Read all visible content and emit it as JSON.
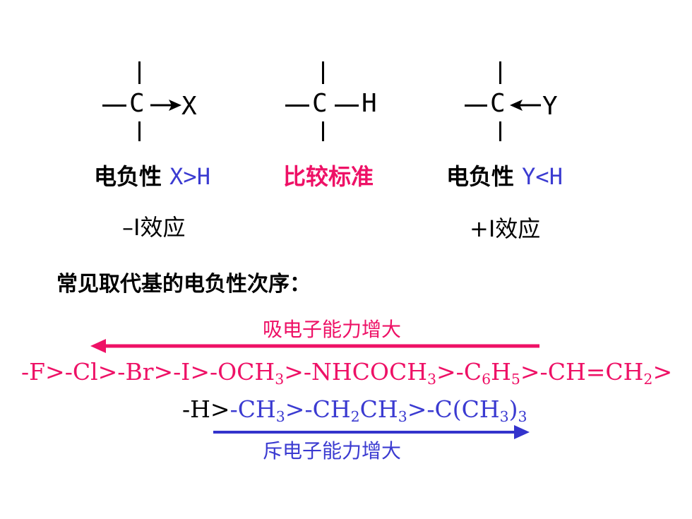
{
  "structures": {
    "left": {
      "carbon": "C",
      "substituent": "X"
    },
    "middle": {
      "carbon": "C",
      "substituent": "H"
    },
    "right": {
      "carbon": "C",
      "substituent": "Y"
    }
  },
  "captions": {
    "left_prefix": "电负性",
    "left_relation": "X>H",
    "middle": "比较标准",
    "right_prefix": "电负性",
    "right_relation": "Y<H"
  },
  "effects": {
    "left": "–I效应",
    "right": "+I效应"
  },
  "section_title": "常见取代基的电负性次序：",
  "withdrawing": {
    "label": "吸电子能力增大",
    "chain_text": "-F>-Cl>-Br>-I>-OCH3>-NHCOCH3>-C6H5>-CH=CH2>"
  },
  "donating": {
    "label": "斥电子能力增大",
    "reference": "-H>",
    "chain_text": "-CH3>-CH2CH3>-C(CH3)3"
  },
  "colors": {
    "black": "#000000",
    "blue": "#3b3bd1",
    "magenta": "#ee1166",
    "arrow_blue": "#3333cc"
  }
}
